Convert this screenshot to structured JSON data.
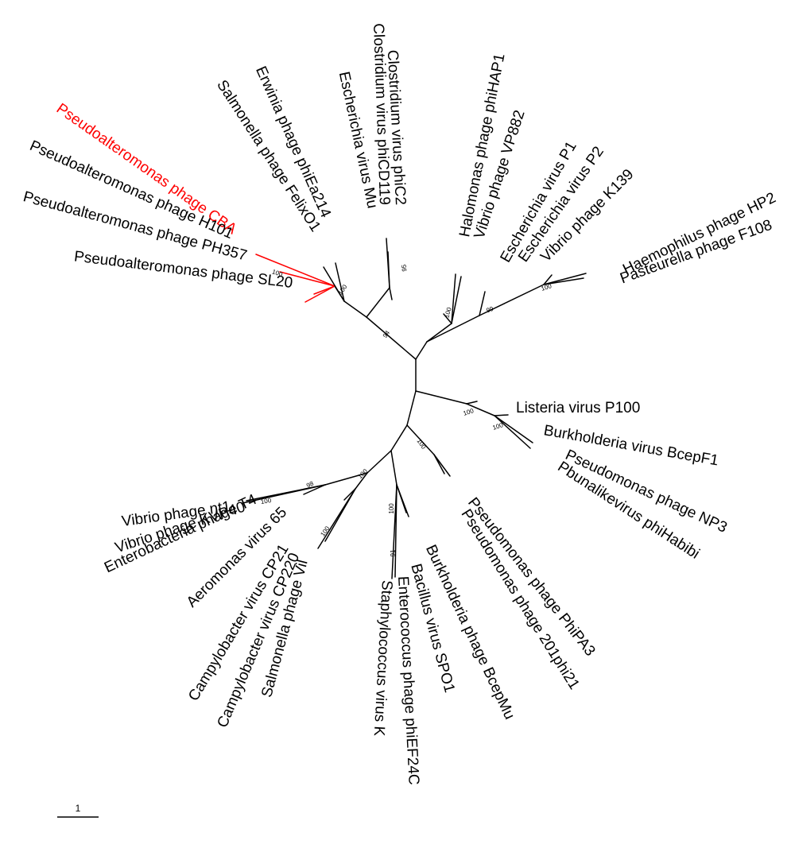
{
  "colors": {
    "branch": "#000000",
    "highlight": "#ff0000",
    "text": "#000000"
  },
  "scale_bar": {
    "label": "1"
  },
  "taxa": [
    {
      "name": "Pseudoalteromonas phage CBA",
      "highlight": true
    },
    {
      "name": "Pseudoalteromonas phage H101",
      "highlight": false
    },
    {
      "name": "Pseudoalteromonas phage PH357",
      "highlight": false
    },
    {
      "name": "Pseudoalteromonas phage SL20",
      "highlight": false
    },
    {
      "name": "Salmonella phage FelixO1",
      "highlight": false
    },
    {
      "name": "Erwinia phage phiEa214",
      "highlight": false
    },
    {
      "name": "Escherichia virus Mu",
      "highlight": false
    },
    {
      "name": "Clostridium virus phiCD119",
      "highlight": false
    },
    {
      "name": "Clostridium virus phiC2",
      "highlight": false
    },
    {
      "name": "Halomonas phage phiHAP1",
      "highlight": false
    },
    {
      "name": "Vibrio phage VP882",
      "highlight": false
    },
    {
      "name": "Escherichia virus P1",
      "highlight": false
    },
    {
      "name": "Escherichia virus P2",
      "highlight": false
    },
    {
      "name": "Vibrio phage K139",
      "highlight": false
    },
    {
      "name": "Haemophilus phage HP2",
      "highlight": false
    },
    {
      "name": "Pasteurella phage F108",
      "highlight": false
    },
    {
      "name": "Listeria virus P100",
      "highlight": false
    },
    {
      "name": "Burkholderia virus BcepF1",
      "highlight": false
    },
    {
      "name": "Pseudomonas phage NP3",
      "highlight": false
    },
    {
      "name": "Pbunalikevirus phiHabibi",
      "highlight": false
    },
    {
      "name": "Pseudomonas phage PhiPA3",
      "highlight": false
    },
    {
      "name": "Pseudomonas phage 201phi21",
      "highlight": false
    },
    {
      "name": "Burkholderia phage BcepMu",
      "highlight": false
    },
    {
      "name": "Bacillus virus SPO1",
      "highlight": false
    },
    {
      "name": "Enterococcus phage phiEF24C",
      "highlight": false
    },
    {
      "name": "Staphylococcus virus K",
      "highlight": false
    },
    {
      "name": "Salmonella phage Vil",
      "highlight": false
    },
    {
      "name": "Campylobacter virus CP220",
      "highlight": false
    },
    {
      "name": "Campylobacter virus CP21",
      "highlight": false
    },
    {
      "name": "Aeromonas virus 65",
      "highlight": false
    },
    {
      "name": "Enterobacteria phage T4",
      "highlight": false
    },
    {
      "name": "Vibrio phage KVP40",
      "highlight": false
    },
    {
      "name": "Vibrio phage nt1",
      "highlight": false
    }
  ],
  "bootstrap_labels": [
    "100",
    "100",
    "94",
    "95",
    "100",
    "99",
    "100",
    "100",
    "100",
    "100",
    "91",
    "100",
    "98",
    "100",
    "100",
    "100"
  ]
}
